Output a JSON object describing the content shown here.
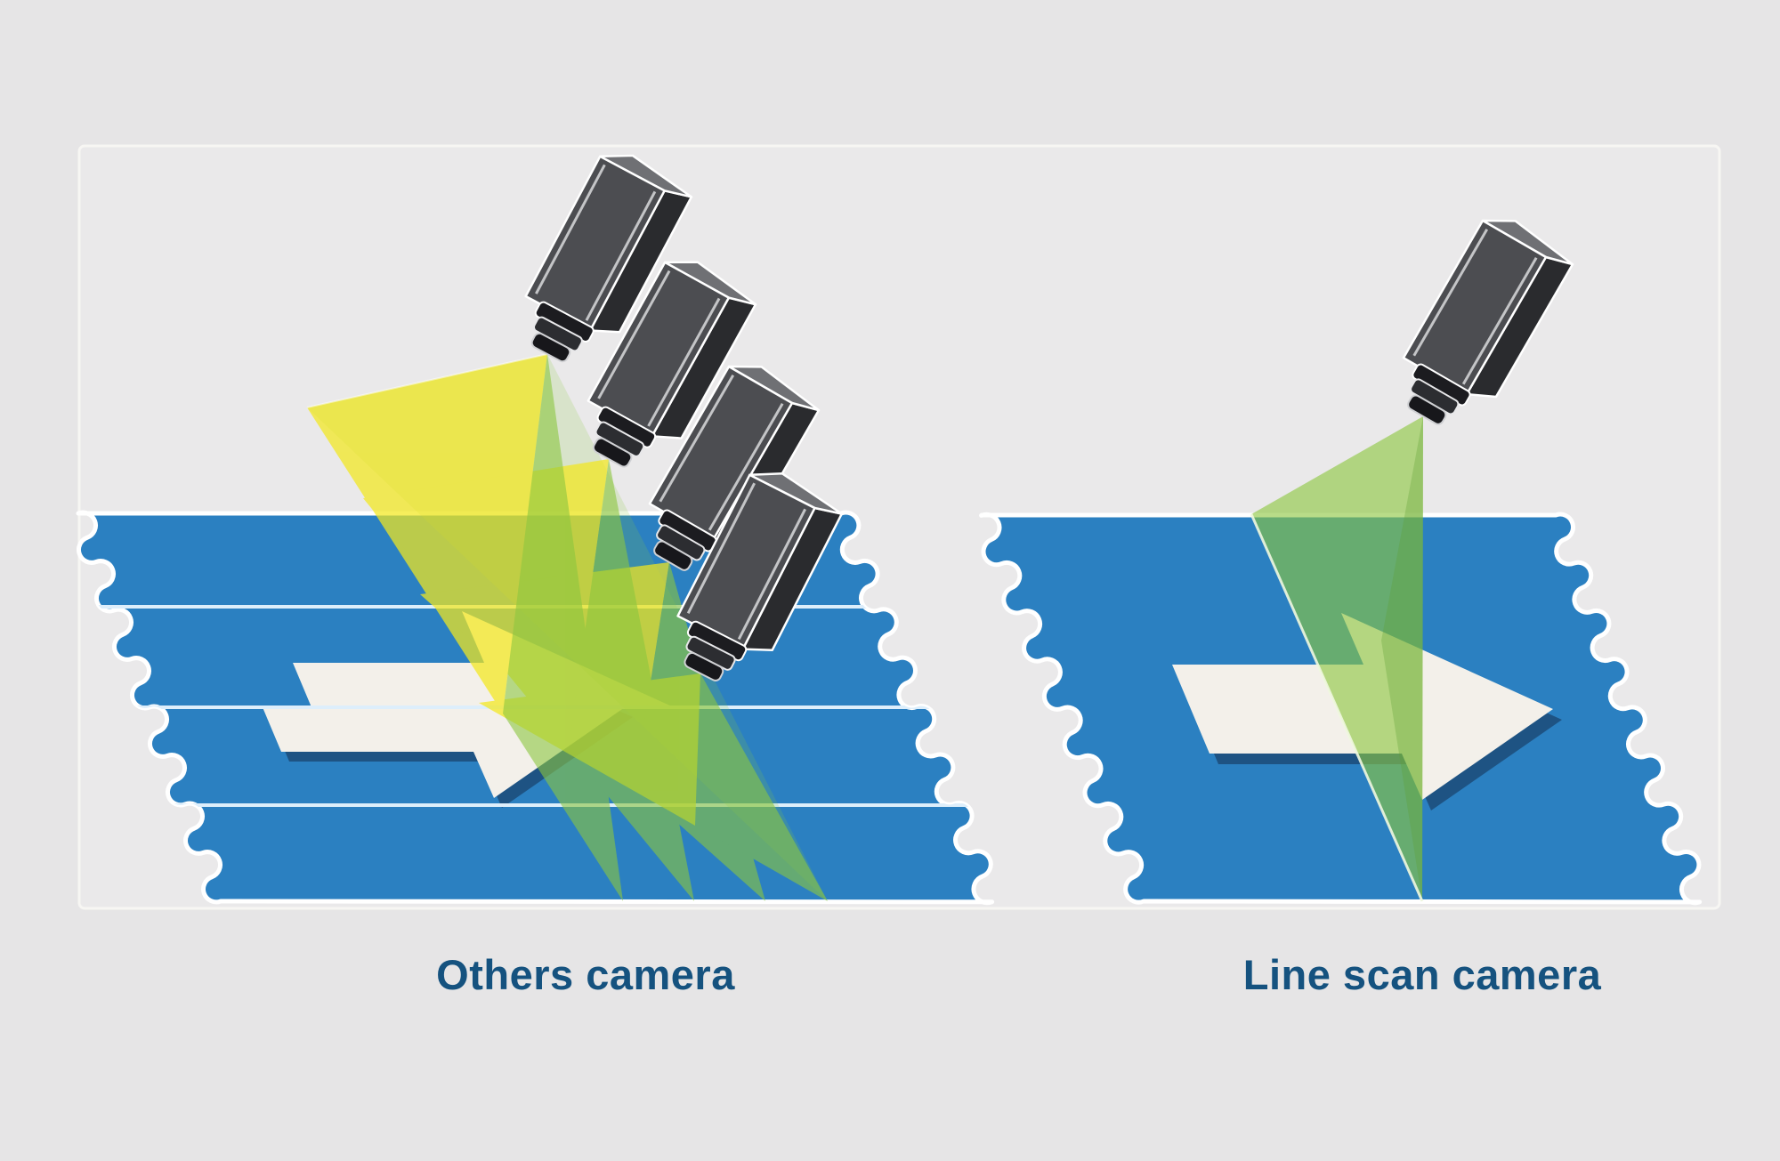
{
  "diagram": {
    "left_panel": {
      "caption": "Others camera",
      "camera_count": 4,
      "band_count": 4,
      "scan_result": "web imaged in overlapping offset strips"
    },
    "right_panel": {
      "caption": "Line scan camera",
      "camera_count": 1,
      "scan_result": "web imaged as one continuous line"
    }
  },
  "colors": {
    "background": "#e6e5e6",
    "panel_bg": "#eae9ea",
    "frame_line": "#f7f6f3",
    "web_blue": "#2b80c1",
    "web_outline": "#ffffff",
    "seam_line": "#ddeefb",
    "arrow_white": "#f3f0ea",
    "arrow_shadow": "#1d4e7c",
    "beam_yellow": "#f3e81e",
    "beam_green": "#8cc63f",
    "beam_green_dark": "#5d9e33",
    "beam_edge_highlight": "#f0f8e0",
    "camera_face": "#4c4d51",
    "camera_side": "#2a2b2e",
    "camera_top": "#6f7074",
    "camera_lens": "#1c1c20",
    "caption_color": "#15527f"
  }
}
